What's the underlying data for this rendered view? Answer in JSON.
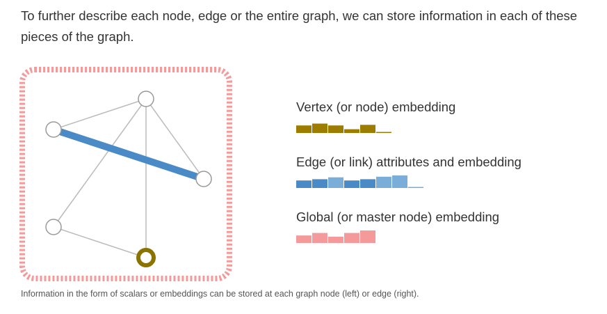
{
  "intro": {
    "line1": "To further describe each node, edge or the entire graph, we can store information in each of these",
    "line2": "pieces of the graph."
  },
  "legend": [
    {
      "label": "Vertex (or node) embedding",
      "color": "#9c7d00",
      "values": [
        0.6,
        0.75,
        0.6,
        0.3,
        0.65,
        0.05
      ]
    },
    {
      "label": "Edge (or link) attributes and embedding",
      "color": "#4a8bc7",
      "light_color": "#7aaed9",
      "values": [
        0.6,
        0.7,
        0.85,
        0.6,
        0.7,
        0.9,
        1.0,
        0.05
      ]
    },
    {
      "label": "Global (or master node) embedding",
      "color": "#f59a9a",
      "values": [
        0.6,
        0.8,
        0.5,
        0.8,
        1.0
      ]
    }
  ],
  "caption": "Information in the form of scalars or embeddings can be stored at each graph node (left) or edge (right).",
  "colors": {
    "global_border": "#f59a9a",
    "edge_highlight": "#4a8bc7",
    "node_highlight": "#8b7300",
    "edge_default": "#bbbbbb",
    "node_stroke": "#999999"
  }
}
